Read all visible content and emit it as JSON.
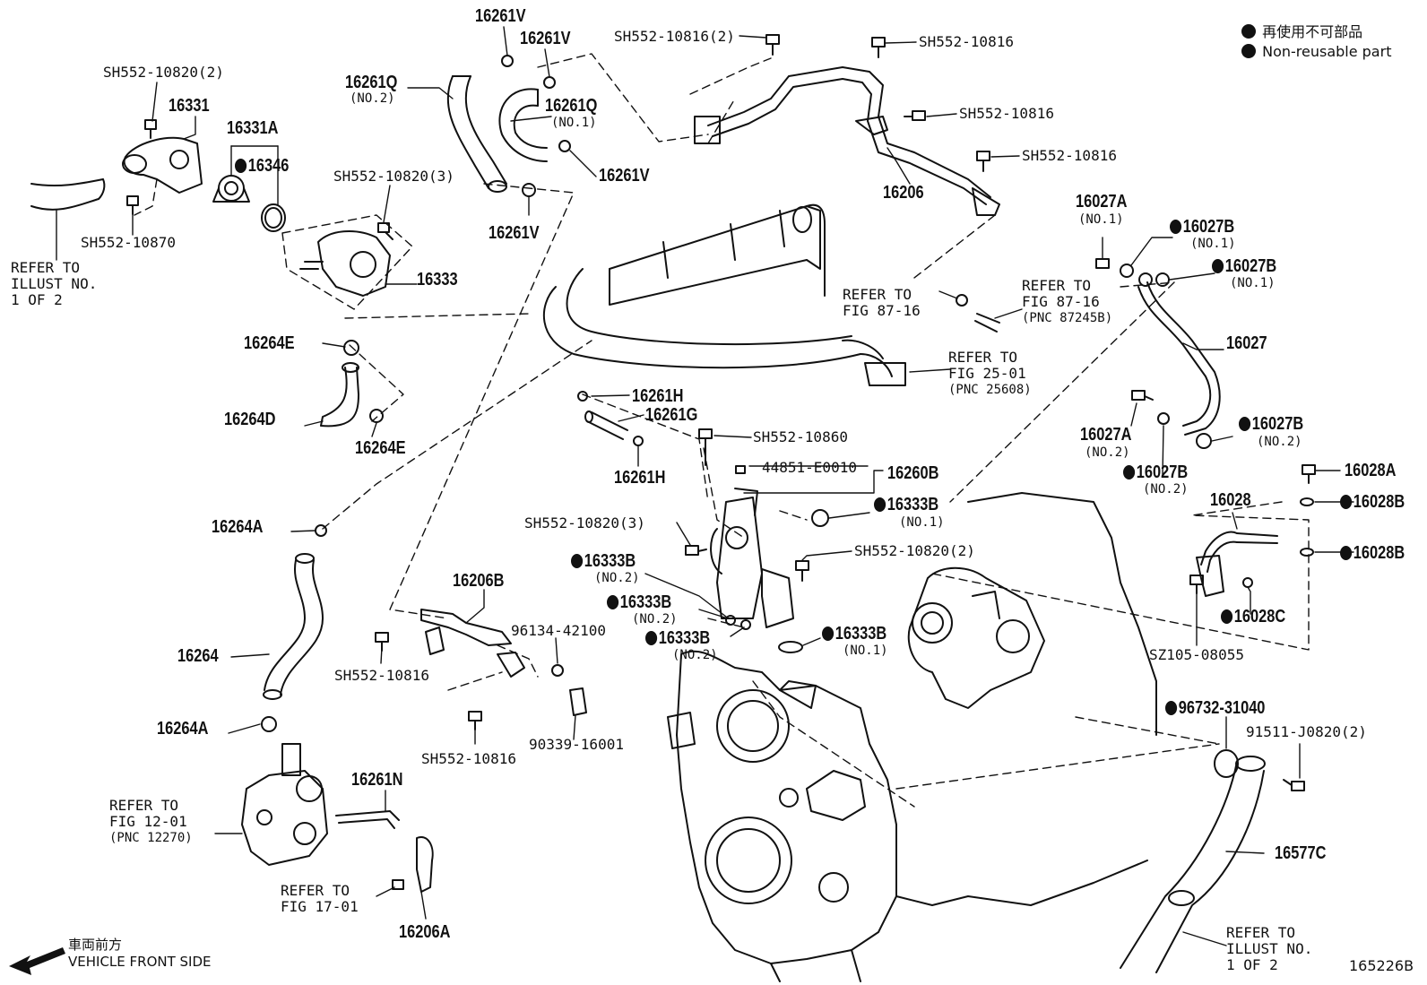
{
  "legend": {
    "jp": "再使用不可部品",
    "en": "Non-reusable part"
  },
  "direction": {
    "jp": "車両前方",
    "en": "VEHICLE FRONT SIDE"
  },
  "figure_id": "165226B",
  "labels": {
    "p16331": "16331",
    "p16331A": "16331A",
    "p16346": "16346",
    "sh_10820_2_top": "SH552-10820(2)",
    "sh_10870": "SH552-10870",
    "p16261Q_no2": "16261Q",
    "no2_a": "(NO.2)",
    "p16261V_a": "16261V",
    "p16261V_b": "16261V",
    "p16261Q_no1": "16261Q",
    "no1_a": "(NO.1)",
    "p16261V_c": "16261V",
    "p16261V_d": "16261V",
    "sh_10820_3_top": "SH552-10820(3)",
    "p16333": "16333",
    "p16264E_a": "16264E",
    "p16264D": "16264D",
    "p16264E_b": "16264E",
    "p16264A_a": "16264A",
    "p16264": "16264",
    "p16264A_b": "16264A",
    "sh_10816_2": "SH552-10816(2)",
    "sh_10816_a": "SH552-10816",
    "sh_10816_b": "SH552-10816",
    "sh_10816_c": "SH552-10816",
    "p16206": "16206",
    "p16027A_no1": "16027A",
    "no1_b": "(NO.1)",
    "p16027B_a": "16027B",
    "no1_c": "(NO.1)",
    "p16027B_b": "16027B",
    "no1_d": "(NO.1)",
    "p16027": "16027",
    "p16027A_no2": "16027A",
    "no2_b": "(NO.2)",
    "p16027B_c": "16027B",
    "no2_c": "(NO.2)",
    "p16027B_d": "16027B",
    "no2_d": "(NO.2)",
    "p16028A": "16028A",
    "p16028": "16028",
    "p16028B_a": "16028B",
    "p16028B_b": "16028B",
    "p16028C": "16028C",
    "sz_08055": "SZ105-08055",
    "p16261H_a": "16261H",
    "p16261G": "16261G",
    "p16261H_b": "16261H",
    "sh_10860": "SH552-10860",
    "p44851": "44851-E0010",
    "p16260B": "16260B",
    "p16333B_a": "16333B",
    "no1_e": "(NO.1)",
    "sh_10820_3_mid": "SH552-10820(3)",
    "sh_10820_2_mid": "SH552-10820(2)",
    "p16333B_b": "16333B",
    "no2_e": "(NO.2)",
    "p16333B_c": "16333B",
    "no2_f": "(NO.2)",
    "p16333B_d": "16333B",
    "no2_g": "(NO.2)",
    "p16333B_e": "16333B",
    "no1_f": "(NO.1)",
    "p16206B": "16206B",
    "p96134": "96134-42100",
    "sh_10816_d": "SH552-10816",
    "sh_10816_e": "SH552-10816",
    "p90339": "90339-16001",
    "p16261N": "16261N",
    "p16206A": "16206A",
    "p96732": "96732-31040",
    "p91511": "91511-J0820(2)",
    "p16577C": "16577C"
  },
  "refs": {
    "illust_left": [
      "REFER TO",
      "ILLUST NO.",
      "1 OF 2"
    ],
    "fig8716_left": [
      "REFER TO",
      "FIG 87-16"
    ],
    "fig8716_right": [
      "REFER TO",
      "FIG 87-16",
      "(PNC 87245B)"
    ],
    "fig2501": [
      "REFER TO",
      "FIG 25-01",
      "(PNC 25608)"
    ],
    "fig1201": [
      "REFER TO",
      "FIG 12-01",
      "(PNC 12270)"
    ],
    "fig1701": [
      "REFER TO",
      "FIG 17-01"
    ],
    "illust_right": [
      "REFER TO",
      "ILLUST NO.",
      "1 OF 2"
    ]
  }
}
